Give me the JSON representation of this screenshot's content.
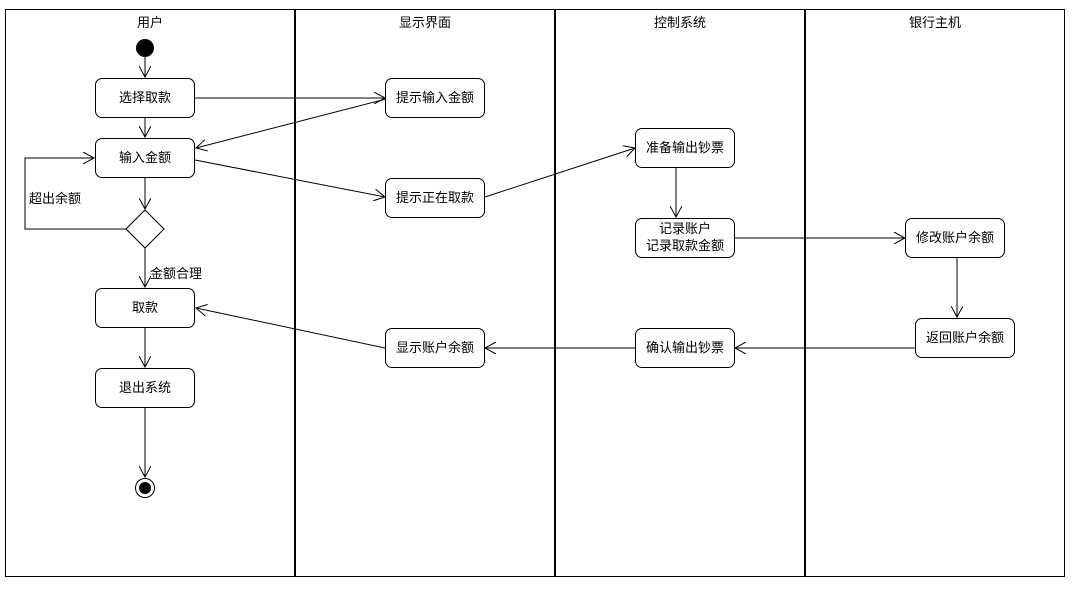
{
  "lanes": {
    "user": "用户",
    "display": "显示界面",
    "control": "控制系统",
    "bank": "银行主机"
  },
  "nodes": {
    "select_withdraw": "选择取款",
    "enter_amount": "输入金额",
    "withdraw": "取款",
    "exit_system": "退出系统",
    "prompt_enter_amount": "提示输入金额",
    "prompt_withdrawing": "提示正在取款",
    "show_balance": "显示账户余额",
    "prepare_cash": "准备输出钞票",
    "record_account": "记录账户\n记录取款金额",
    "confirm_cash": "确认输出钞票",
    "modify_balance": "修改账户余额",
    "return_balance": "返回账户余额"
  },
  "guards": {
    "exceeds_balance": "超出余额",
    "amount_ok": "金额合理"
  }
}
